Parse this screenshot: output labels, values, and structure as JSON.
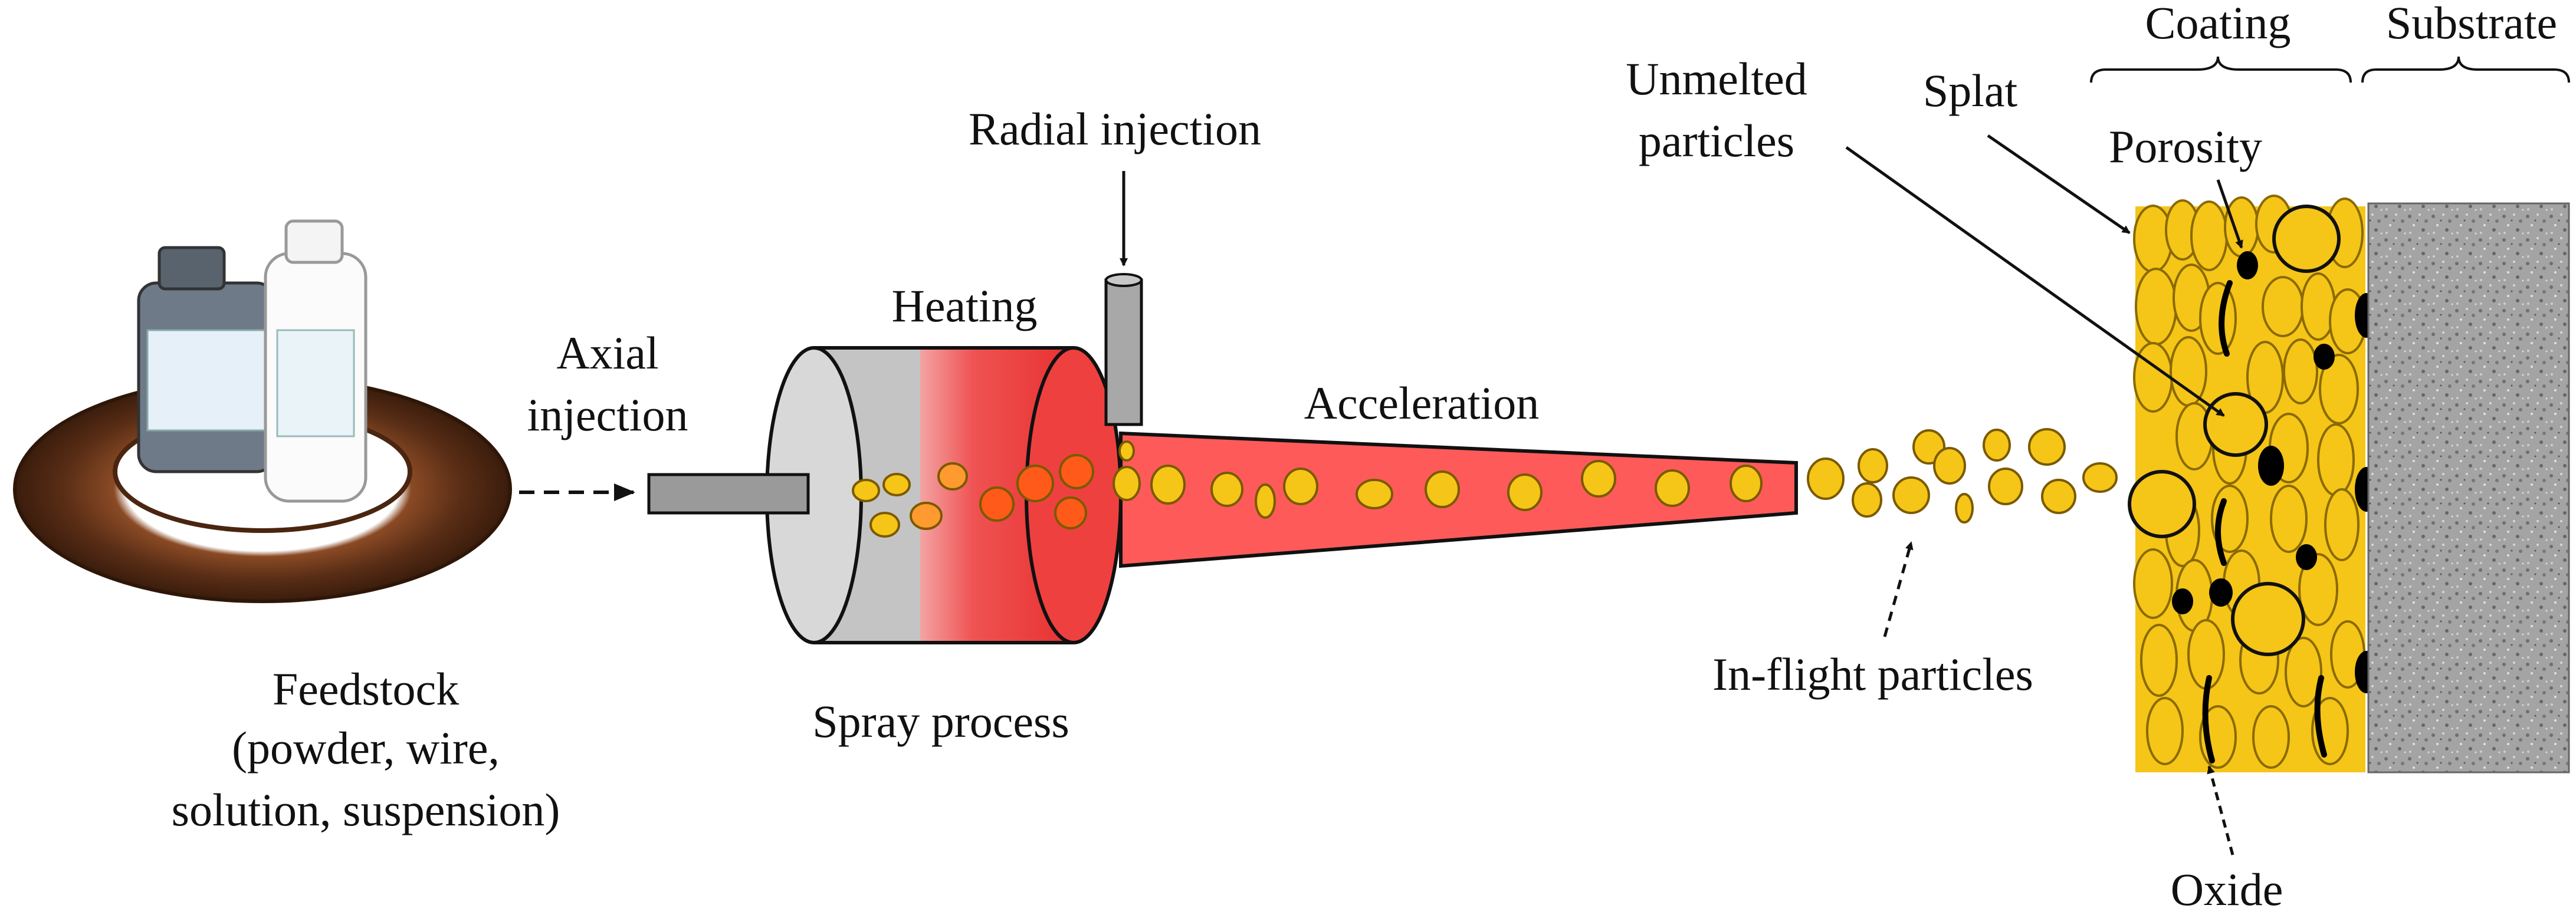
{
  "labels": {
    "feedstock": "Feedstock",
    "feedstock_detail_1": "(powder, wire,",
    "feedstock_detail_2": "solution, suspension)",
    "axial_1": "Axial",
    "axial_2": "injection",
    "radial": "Radial injection",
    "heating": "Heating",
    "spray_process": "Spray process",
    "acceleration": "Acceleration",
    "unmelted_1": "Unmelted",
    "unmelted_2": "particles",
    "splat": "Splat",
    "porosity": "Porosity",
    "coating": "Coating",
    "substrate": "Substrate",
    "in_flight": "In-flight particles",
    "oxide": "Oxide"
  },
  "colors": {
    "particle": "#f5c518",
    "particle_outline": "#7a5a00",
    "hot_particle": "#ff5a1a",
    "heating_zone": "#ef3b3b",
    "nozzle": "#ff5a5a",
    "cylinder_body": "#c8c8c8",
    "wire": "#6b3a1f",
    "substrate": "#a9a9a9",
    "oxide": "#000000"
  }
}
